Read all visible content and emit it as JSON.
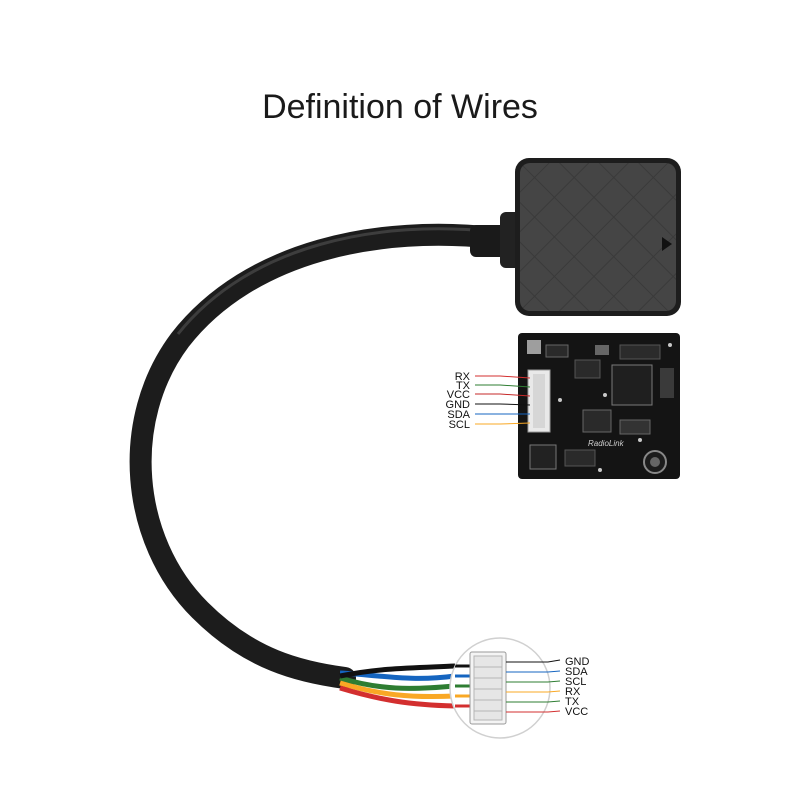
{
  "title": "Definition of Wires",
  "board_brand": "RadioLink",
  "board_pins": [
    "RX",
    "TX",
    "VCC",
    "GND",
    "SDA",
    "SCL"
  ],
  "connector_pins": [
    "GND",
    "SDA",
    "SCL",
    "RX",
    "TX",
    "VCC"
  ],
  "wire_colors": {
    "RX": "#d32f2f",
    "TX": "#2e7d32",
    "VCC": "#c62828",
    "GND": "#111111",
    "SDA": "#1565c0",
    "SCL": "#f9a825"
  }
}
